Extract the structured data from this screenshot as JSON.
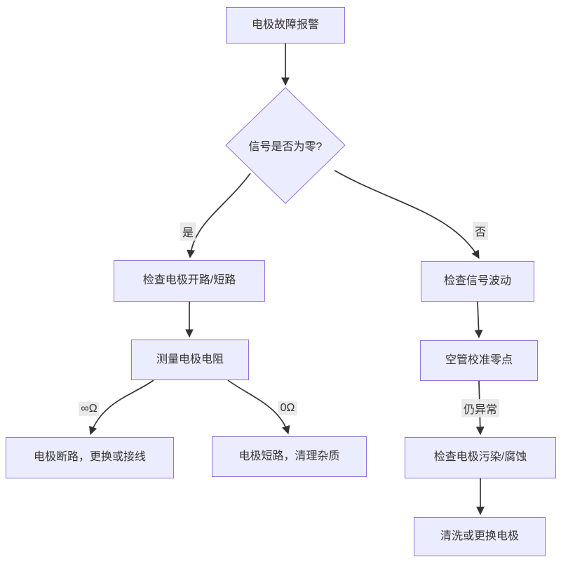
{
  "diagram": {
    "type": "flowchart",
    "direction": "top-down",
    "nodes": {
      "alarm": {
        "label": "电极故障报警",
        "shape": "rect"
      },
      "decision": {
        "label": "信号是否为零?",
        "shape": "diamond"
      },
      "check_open_short": {
        "label": "检查电极开路/短路",
        "shape": "rect"
      },
      "measure_resistance": {
        "label": "测量电极电阻",
        "shape": "rect"
      },
      "open_circuit": {
        "label": "电极断路，更换或接线",
        "shape": "rect"
      },
      "short_circuit": {
        "label": "电极短路，清理杂质",
        "shape": "rect"
      },
      "check_fluctuation": {
        "label": "检查信号波动",
        "shape": "rect"
      },
      "empty_pipe_zero": {
        "label": "空管校准零点",
        "shape": "rect"
      },
      "check_pollution": {
        "label": "检查电极污染/腐蚀",
        "shape": "rect"
      },
      "clean_replace": {
        "label": "清洗或更换电极",
        "shape": "rect"
      }
    },
    "edge_labels": {
      "yes": "是",
      "no": "否",
      "infinite_ohm": "∞Ω",
      "zero_ohm": "0Ω",
      "still_abnormal": "仍异常"
    },
    "edges": [
      {
        "from": "alarm",
        "to": "decision",
        "label": ""
      },
      {
        "from": "decision",
        "to": "check_open_short",
        "label": "是"
      },
      {
        "from": "decision",
        "to": "check_fluctuation",
        "label": "否"
      },
      {
        "from": "check_open_short",
        "to": "measure_resistance",
        "label": ""
      },
      {
        "from": "measure_resistance",
        "to": "open_circuit",
        "label": "∞Ω"
      },
      {
        "from": "measure_resistance",
        "to": "short_circuit",
        "label": "0Ω"
      },
      {
        "from": "check_fluctuation",
        "to": "empty_pipe_zero",
        "label": ""
      },
      {
        "from": "empty_pipe_zero",
        "to": "check_pollution",
        "label": "仍异常"
      },
      {
        "from": "check_pollution",
        "to": "clean_replace",
        "label": ""
      }
    ],
    "colors": {
      "node_fill": "#ECECFF",
      "node_border": "#9370DB",
      "edge_line": "#333333",
      "edge_label_bg": "#e8e8e8",
      "text": "#333333",
      "background": "#ffffff"
    }
  }
}
